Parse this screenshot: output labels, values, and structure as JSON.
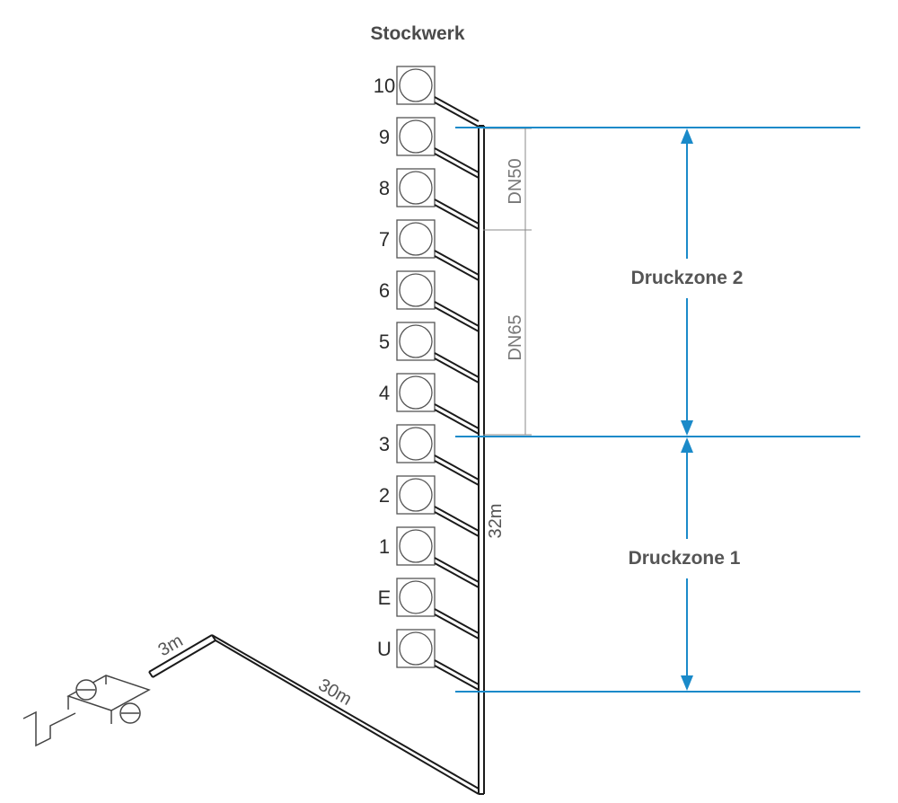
{
  "title": "Stockwerk",
  "floors": [
    "10",
    "9",
    "8",
    "7",
    "6",
    "5",
    "4",
    "3",
    "2",
    "1",
    "E",
    "U"
  ],
  "pipe_sections": [
    "DN50",
    "DN65"
  ],
  "riser_height_label": "32m",
  "horizontal_lengths": [
    "30m",
    "3m"
  ],
  "zones": [
    "Druckzone 2",
    "Druckzone 1"
  ],
  "colors": {
    "zone_line": "#1a8ac9",
    "pipe": "#1a1a1a",
    "text": "#2b2b2b"
  }
}
